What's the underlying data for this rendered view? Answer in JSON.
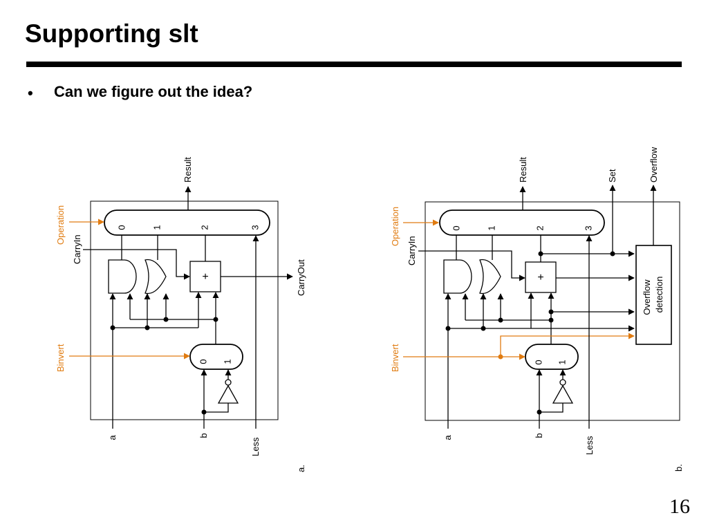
{
  "slide": {
    "title": "Supporting slt",
    "bullet_marker": "•",
    "bullet": "Can we figure out the idea?",
    "page_number": "16"
  },
  "colors": {
    "control_signal": "#e07b10",
    "wire": "#000000"
  },
  "diagram_a": {
    "caption": "a.",
    "mux_inputs": [
      "0",
      "1",
      "2",
      "3"
    ],
    "binvert_mux_inputs": [
      "0",
      "1"
    ],
    "adder_symbol": "+",
    "labels": {
      "result": "Result",
      "operation": "Operation",
      "carry_in": "CarryIn",
      "carry_out": "CarryOut",
      "binvert": "Binvert",
      "a": "a",
      "b": "b",
      "less": "Less"
    }
  },
  "diagram_b": {
    "caption": "b.",
    "mux_inputs": [
      "0",
      "1",
      "2",
      "3"
    ],
    "binvert_mux_inputs": [
      "0",
      "1"
    ],
    "adder_symbol": "+",
    "labels": {
      "result": "Result",
      "set": "Set",
      "overflow": "Overflow",
      "overflow_box_line1": "Overflow",
      "overflow_box_line2": "detection",
      "operation": "Operation",
      "carry_in": "CarryIn",
      "binvert": "Binvert",
      "a": "a",
      "b": "b",
      "less": "Less"
    }
  }
}
